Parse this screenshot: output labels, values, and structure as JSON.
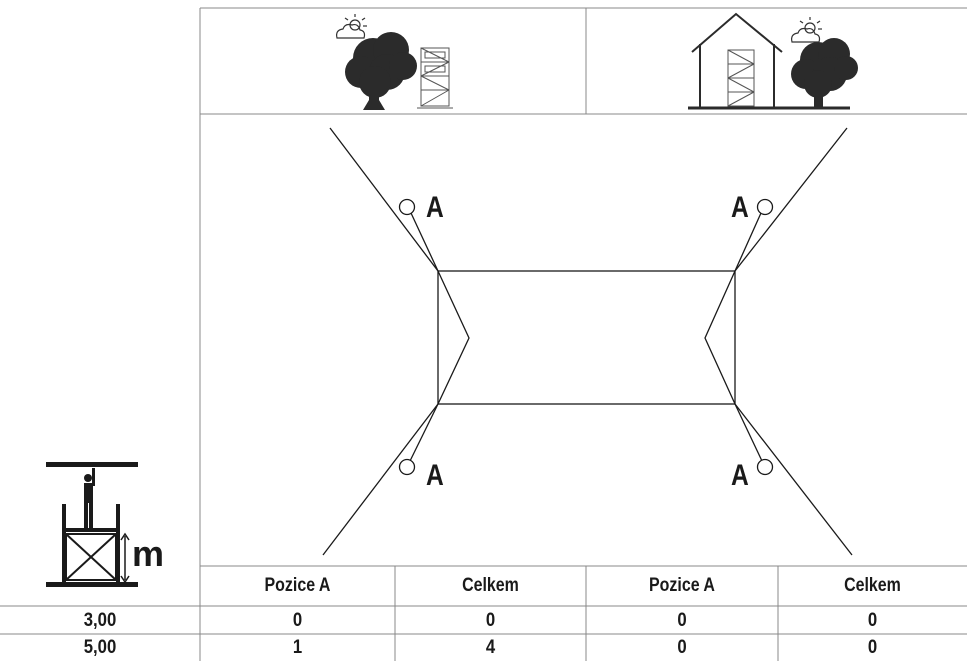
{
  "diagram": {
    "anchor_label": "A",
    "height_unit": "m"
  },
  "icons": {
    "open_field_scene": "tree-scaffold-weather-icon",
    "building_scene": "house-scaffold-tree-weather-icon",
    "worker_height": "scaffold-worker-height-icon"
  },
  "table": {
    "headers": [
      "Pozice A",
      "Celkem",
      "Pozice A",
      "Celkem"
    ],
    "rows": [
      {
        "height": "3,00",
        "values": [
          "0",
          "0",
          "0",
          "0"
        ]
      },
      {
        "height": "5,00",
        "values": [
          "1",
          "4",
          "0",
          "0"
        ]
      }
    ]
  },
  "colors": {
    "line": "#1a1a1a",
    "grid": "#888888",
    "background": "#ffffff"
  }
}
